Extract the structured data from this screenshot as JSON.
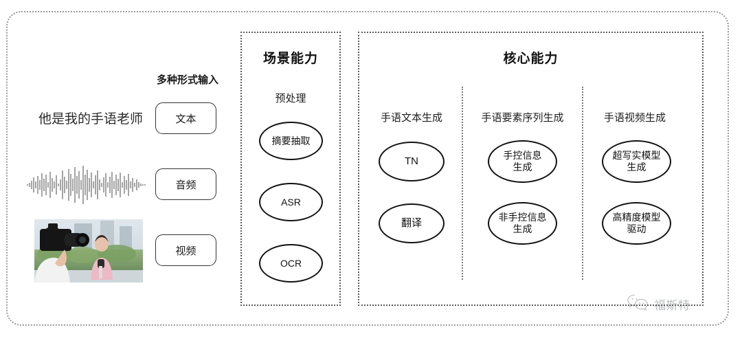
{
  "diagram": {
    "input_section": {
      "heading": "多种形式输入",
      "sample_text": "他是我的手语老师",
      "modalities": [
        {
          "label": "文本",
          "icon": "text-icon"
        },
        {
          "label": "音频",
          "icon": "waveform-icon"
        },
        {
          "label": "视频",
          "icon": "video-thumbnail-icon"
        }
      ]
    },
    "scene_panel": {
      "title": "场景能力",
      "subtitle": "预处理",
      "nodes": [
        "摘要抽取",
        "ASR",
        "OCR"
      ]
    },
    "core_panel": {
      "title": "核心能力",
      "columns": [
        {
          "heading": "手语文本生成",
          "nodes": [
            "TN",
            "翻译"
          ]
        },
        {
          "heading": "手语要素序列生成",
          "nodes": [
            "手控信息\n生成",
            "非手控信息\n生成"
          ]
        },
        {
          "heading": "手语视频生成",
          "nodes": [
            "超写实模型\n生成",
            "高精度模型\n驱动"
          ]
        }
      ]
    },
    "watermark": {
      "label": "福斯特",
      "icon": "wechat-icon"
    },
    "colors": {
      "stroke": "#111111",
      "panel_border": "#5a5a5a",
      "outer_border": "#9a9a9a",
      "background": "#ffffff"
    }
  }
}
